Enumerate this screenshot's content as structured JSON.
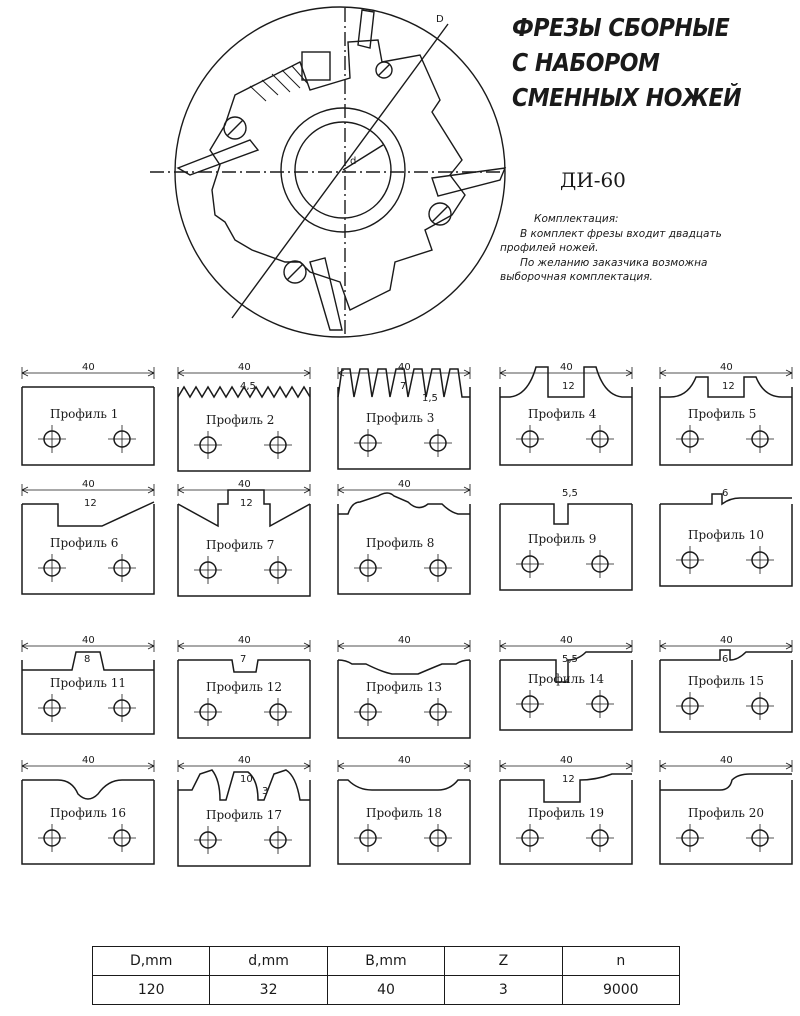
{
  "title_lines": [
    "ФРЕЗЫ СБОРНЫЕ",
    "С НАБОРОМ",
    "СМЕННЫХ НОЖЕЙ"
  ],
  "model": "ДИ-60",
  "completeness": {
    "heading": "Комплектация:",
    "lines": [
      "В комплект фрезы входит двадцать",
      "профилей ножей.",
      "По желанию заказчика возможна",
      "выборочная комплектация."
    ]
  },
  "cutter_drawing": {
    "dim_outer": "D",
    "dim_bore": "d"
  },
  "profiles": [
    {
      "label": "Профиль 1",
      "width": "40"
    },
    {
      "label": "Профиль 2",
      "width": "40",
      "dim": "4,5"
    },
    {
      "label": "Профиль 3",
      "width": "40",
      "dim": "7",
      "dim2": "1,5"
    },
    {
      "label": "Профиль 4",
      "width": "40",
      "dim": "12"
    },
    {
      "label": "Профиль 5",
      "width": "40",
      "dim": "12"
    },
    {
      "label": "Профиль 6",
      "width": "40",
      "dim": "12"
    },
    {
      "label": "Профиль 7",
      "width": "40",
      "dim": "12"
    },
    {
      "label": "Профиль 8",
      "width": "40"
    },
    {
      "label": "Профиль 9",
      "dim": "5,5"
    },
    {
      "label": "Профиль 10",
      "dim": "6"
    },
    {
      "label": "Профиль 11",
      "width": "40",
      "dim": "8"
    },
    {
      "label": "Профиль 12",
      "width": "40",
      "dim": "7"
    },
    {
      "label": "Профиль 13",
      "width": "40"
    },
    {
      "label": "Профиль 14",
      "width": "40",
      "dim": "5,5"
    },
    {
      "label": "Профиль 15",
      "width": "40",
      "dim": "6"
    },
    {
      "label": "Профиль 16",
      "width": "40"
    },
    {
      "label": "Профиль 17",
      "width": "40",
      "dim": "10",
      "dim2": "3"
    },
    {
      "label": "Профиль 18",
      "width": "40"
    },
    {
      "label": "Профиль 19",
      "width": "40",
      "dim": "12"
    },
    {
      "label": "Профиль 20",
      "width": "40"
    }
  ],
  "spec_table": {
    "headers": [
      "D,mm",
      "d,mm",
      "B,mm",
      "Z",
      "n"
    ],
    "values": [
      "120",
      "32",
      "40",
      "3",
      "9000"
    ]
  }
}
